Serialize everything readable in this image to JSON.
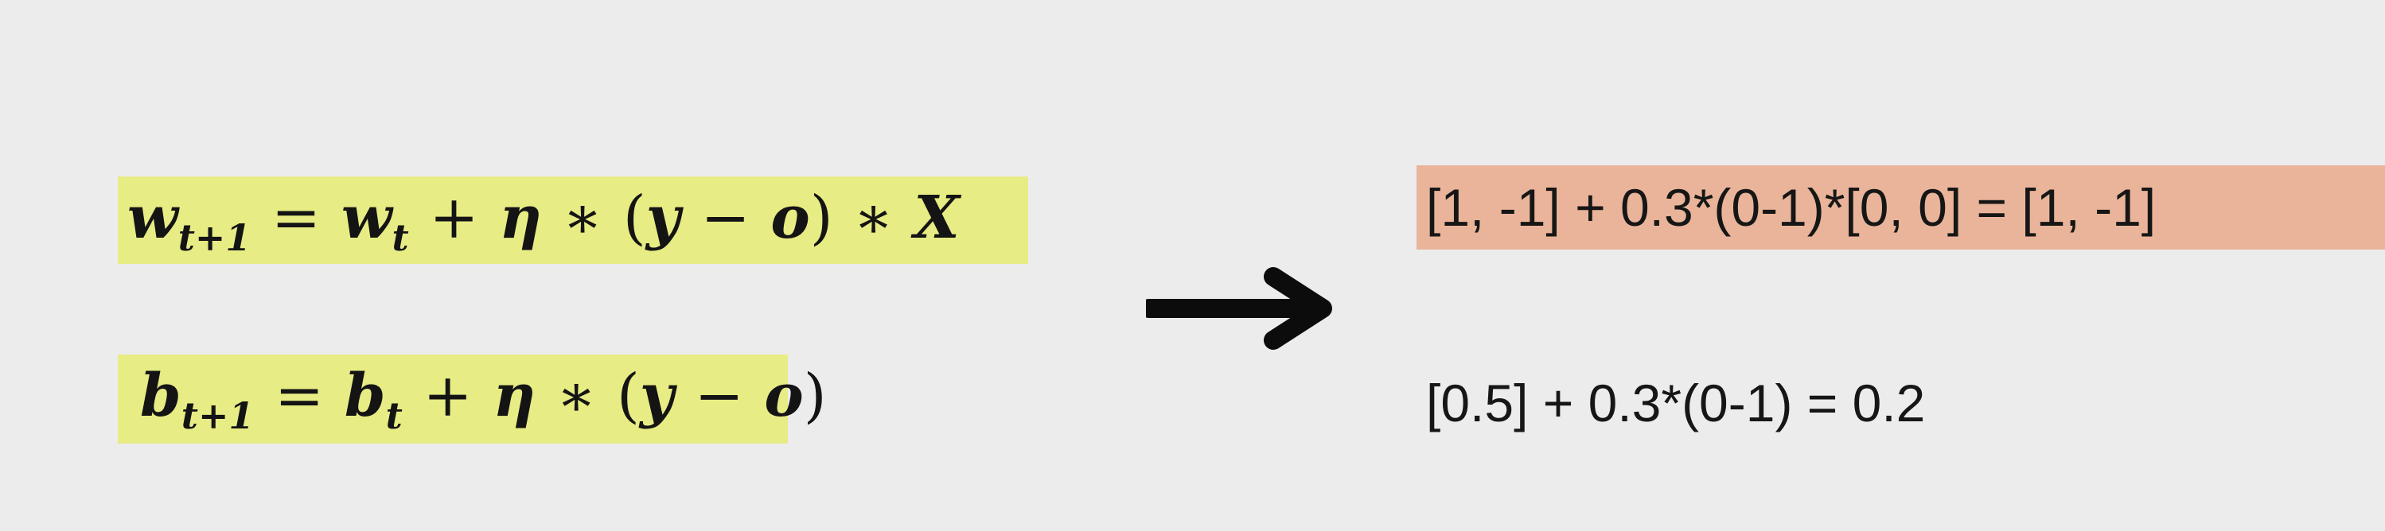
{
  "equations": {
    "weight": {
      "lhs_var": "w",
      "lhs_sub": "t+1",
      "eq": "=",
      "rhs_var": "w",
      "rhs_sub": "t",
      "plus": "+",
      "eta": "η",
      "times1": "∗",
      "open": "(",
      "y": "y",
      "minus": "−",
      "o": "o",
      "close": ")",
      "times2": "∗",
      "x": "X"
    },
    "bias": {
      "lhs_var": "b",
      "lhs_sub": "t+1",
      "eq": "=",
      "rhs_var": "b",
      "rhs_sub": "t",
      "plus": "+",
      "eta": "η",
      "times1": "∗",
      "open": "(",
      "y": "y",
      "minus": "−",
      "o": "o",
      "close": ")"
    }
  },
  "results": {
    "weight_update": "[1, -1] + 0.3*(0-1)*[0, 0] = [1, -1]",
    "bias_update": "[0.5] + 0.3*(0-1) = 0.2"
  },
  "colors": {
    "background": "#ececed",
    "formula_highlight": "#e7ec84",
    "result_highlight": "#e9b499",
    "ink": "#141414"
  },
  "icons": {
    "arrow": "right-arrow-icon"
  }
}
